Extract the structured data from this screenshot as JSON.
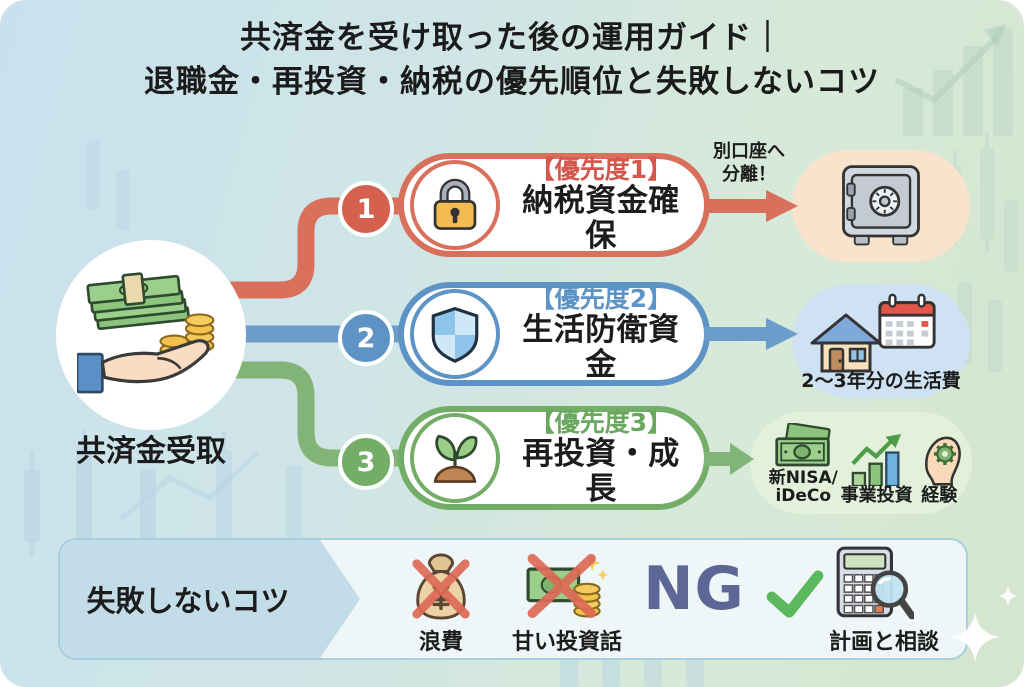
{
  "page": {
    "title_line1": "共済金を受け取った後の運用ガイド｜",
    "title_line2": "退職金・再投資・納税の優先順位と失敗しないコツ"
  },
  "source": {
    "label": "共済金受取",
    "icon": "hand-money-icon"
  },
  "priorities": [
    {
      "number": "1",
      "badge": "【優先度1】",
      "name": "納税資金確保",
      "icon": "lock-icon",
      "color": "#d5604d",
      "note_line1": "別口座へ",
      "note_line2": "分離！",
      "result_icon": "safe-icon"
    },
    {
      "number": "2",
      "badge": "【優先度2】",
      "name": "生活防衛資金",
      "icon": "shield-icon",
      "color": "#5e93c5",
      "caption": "2〜3年分の生活費",
      "result_icons": [
        "house-icon",
        "calendar-icon"
      ]
    },
    {
      "number": "3",
      "badge": "【優先度3】",
      "name": "再投資・成長",
      "icon": "sprout-icon",
      "color": "#74ad68",
      "items": [
        {
          "icon": "money-bill-icon",
          "label_line1": "新NISA/",
          "label_line2": "iDeCo"
        },
        {
          "icon": "bar-chart-icon",
          "label": "事業投資"
        },
        {
          "icon": "head-gear-icon",
          "label": "経験"
        }
      ]
    }
  ],
  "tips": {
    "label": "失敗しないコツ",
    "ng_items": [
      {
        "icon": "money-bag-icon",
        "label": "浪費"
      },
      {
        "icon": "sweet-investment-icon",
        "label": "甘い投資話"
      }
    ],
    "ng_text": "NG",
    "ok_item": {
      "check_icon": "check-icon",
      "icon": "calculator-search-icon",
      "label": "計画と相談"
    }
  },
  "colors": {
    "priority1_red": "#d5604d",
    "priority2_blue": "#5e93c5",
    "priority3_green": "#74ad68",
    "result1_bg": "#fae3cd",
    "result2_bg": "#cfe2f3",
    "result3_bg": "#e3f1da",
    "tips_label_bg": "#c2dce8",
    "ng_text": "#5d6694",
    "check_green": "#5cb85c",
    "cross_red": "#dd6a56",
    "title_text": "#1b1b1b"
  }
}
